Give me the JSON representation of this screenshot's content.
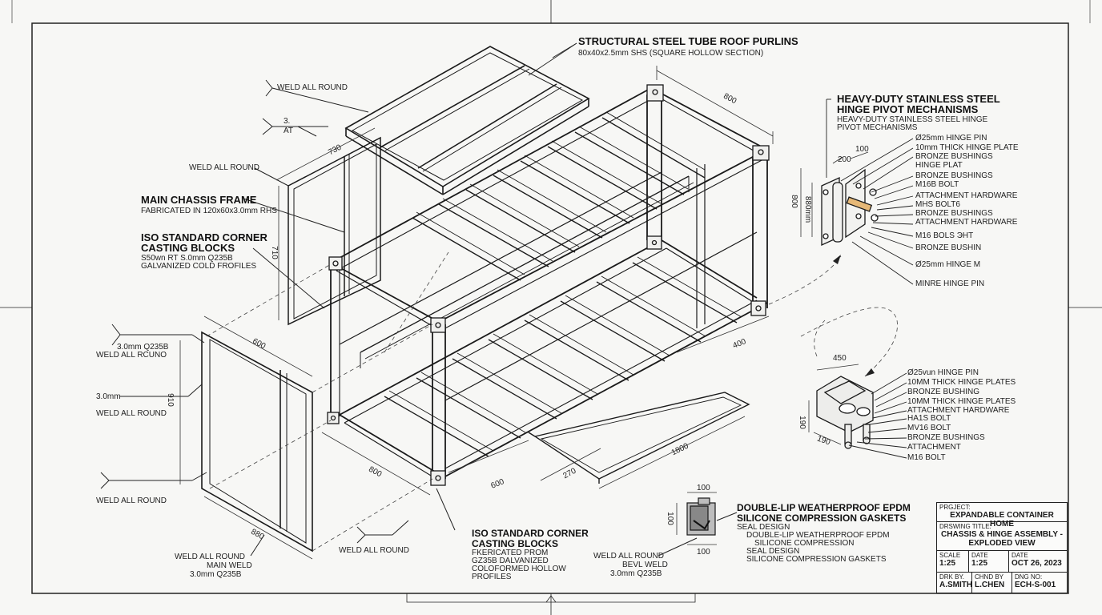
{
  "labels": {
    "roof": {
      "title": "STRUCTURAL STEEL TUBE ROOF PURLINS",
      "sub": "80x40x2.5mm SHS (SQUARE HOLLOW SECTION)"
    },
    "weld_top": "WELD ALL ROUND",
    "weld_sym": {
      "num": "3.",
      "at": "AT"
    },
    "weld_left1": "WELD ALL ROUND",
    "chassis": {
      "title": "MAIN CHASSIS FRAME",
      "sub": "FABRICATED IN 120x60x3.0mm RHS"
    },
    "corner_left": {
      "title1": "ISO STANDARD CORNER",
      "title2": "CASTING BLOCKS",
      "sub1": "S50wn RT S.0mm Q235B",
      "sub2": "GALVANIZED COLD FROFILES"
    },
    "weld_side1": {
      "l1": "3.0mm Q235B",
      "l2": "WELD ALL RCUNO"
    },
    "weld_side2": {
      "l1": "3.0mm",
      "l2": "WELD ALL ROUND"
    },
    "weld_side3": "WELD ALL ROUND",
    "weld_bottom_left": {
      "l1": "WELD ALL ROUND",
      "l2": "MAIN WELD",
      "l3": "3.0mm Q235B"
    },
    "weld_bottom_mid": "WELD ALL ROUND",
    "corner_bottom": {
      "title1": "ISO STANDARD CORNER",
      "title2": "CASTING BLOCKS",
      "l1": "FKERICATED PROM",
      "l2": "GZ35B DALVANIZED",
      "l3": "COLOFORMED HOLLOW",
      "l4": "PROFILES"
    },
    "hinge": {
      "title1": "HEAVY-DUTY STAINLESS STEEL",
      "title2": "HINGE PIVOT MECHANISMS",
      "sub1": "HEAVY-DUTY STAINLESS STEEL HINGE",
      "sub2": "PIVOT MECHANISMS",
      "items": [
        "Ø25mm HINGE PIN",
        "10mm THICK HINGE PLATE",
        "BRONZE BUSHINGS",
        "HINGE PLAT",
        "BRONZE BUSHINGS",
        "M16B BOLT",
        "ATTACHMENT HARDWARE",
        "MHS BOLT6",
        "BRONZE BUSHINGS",
        "ATTACHMENT HARDWARE",
        "M16 BOLS ЭHT",
        "BRONZE BUSHIN",
        "Ø25mm HINGE M",
        "MINRE HINGE PIN"
      ]
    },
    "hinge2": {
      "items": [
        "Ø25vun HINGE PIN",
        "10MM THICK HINGE PLATES",
        "BRONZE BUSHING",
        "10MM THICK HINGE PLATES",
        "ATTACHMENT HARDWARE",
        "HA1S BOLT",
        "MV16 BOLT",
        "BRONZE BUSHINGS",
        "ATTACHMENT",
        "M16 BOLT"
      ]
    },
    "gasket": {
      "title1": "DOUBLE-LIP WEATHERPROOF EPDM",
      "title2": "SILICONE COMPRESSION GASKETS",
      "sub": "SEAL DESIGN",
      "bullets": [
        "DOUBLE-LIP WEATHERPROOF EPDM",
        "SILICONE  COMPRESSION",
        "SEAL DESIGN",
        "SILICONE COMPRESSION GASKETS"
      ],
      "weld_l1": "WELD ALL ROUND",
      "weld_l2": "BEVL WELD",
      "weld_l3": "3.0mm Q235B"
    }
  },
  "dimensions": {
    "roof_800": "800",
    "d730": "730",
    "d710": "710",
    "d600a": "600",
    "d910": "910",
    "d800b": "800",
    "d600b": "600",
    "d270": "270",
    "d1800": "1800",
    "d400": "400",
    "d880": "880",
    "h200": "200",
    "h100": "100",
    "h800": "800",
    "h880": "880mm",
    "h450": "450",
    "h190a": "190",
    "h190b": "190",
    "g100a": "100",
    "g100b": "100",
    "g100c": "100"
  },
  "title_block": {
    "project_label": "PRGJECT:",
    "project": "EXPANDABLE CONTAINER HOME",
    "drawing_label": "DRSWING TITLE:",
    "drawing1": "CHASSIS & HINGE ASSEMBLY -",
    "drawing2": "EXPLODED VIEW",
    "scale_label": "SCALE",
    "scale": "1:25",
    "date_label1": "DATE",
    "date1": "1:25",
    "date_label2": "DATE",
    "date2": "OCT 26, 2023",
    "drn_label": "DRK BY.",
    "drn": "A.SMITH",
    "chk_label": "CHND BY",
    "chk": "L.CHEN",
    "dwg_label": "DNG NO:",
    "dwg": "ECH-S-001"
  }
}
